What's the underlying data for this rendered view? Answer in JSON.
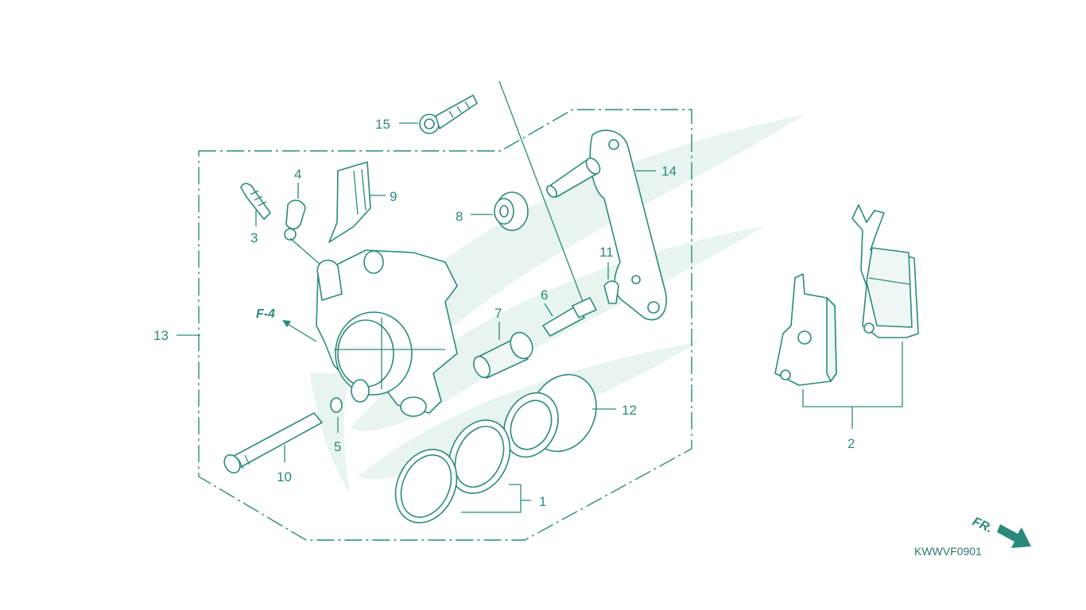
{
  "diagram": {
    "callouts": [
      {
        "id": "1",
        "text": "1"
      },
      {
        "id": "2",
        "text": "2"
      },
      {
        "id": "3",
        "text": "3"
      },
      {
        "id": "4",
        "text": "4"
      },
      {
        "id": "5",
        "text": "5"
      },
      {
        "id": "6",
        "text": "6"
      },
      {
        "id": "7",
        "text": "7"
      },
      {
        "id": "8",
        "text": "8"
      },
      {
        "id": "9",
        "text": "9"
      },
      {
        "id": "10",
        "text": "10"
      },
      {
        "id": "11",
        "text": "11"
      },
      {
        "id": "12",
        "text": "12"
      },
      {
        "id": "13",
        "text": "13"
      },
      {
        "id": "14",
        "text": "14"
      },
      {
        "id": "15",
        "text": "15"
      }
    ],
    "reference": "F-4",
    "direction": "FR.",
    "diagram_code": "KWWVF0901",
    "colors": {
      "line": "#2a8a7a",
      "watermark": "#e7f4ef"
    }
  }
}
